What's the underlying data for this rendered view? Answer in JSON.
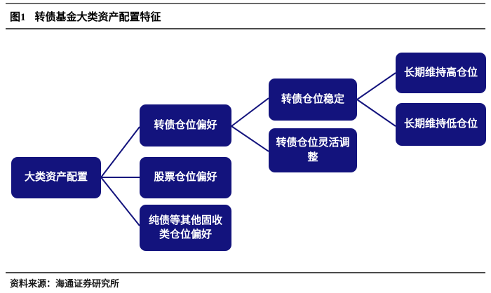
{
  "header": {
    "figure_label": "图1",
    "title": "转债基金大类资产配置特征"
  },
  "footer": {
    "source": "资料来源：海通证券研究所"
  },
  "colors": {
    "box_bg": "#13137d",
    "box_text": "#ffffff",
    "connector": "#13137d",
    "rule_dark": "#4a4a4a",
    "rule_light": "#6a6a6a"
  },
  "diagram": {
    "type": "flowchart",
    "nodes": [
      {
        "id": "asset-allocation",
        "label": "大类资产配置"
      },
      {
        "id": "cb-position-pref",
        "label": "转债仓位偏好"
      },
      {
        "id": "stock-position-pref",
        "label": "股票仓位偏好"
      },
      {
        "id": "pure-bond-position-pref",
        "label": "纯债等其他固收类仓位偏好"
      },
      {
        "id": "cb-position-stable",
        "label": "转债仓位稳定"
      },
      {
        "id": "cb-position-flexible",
        "label": "转债仓位灵活调整"
      },
      {
        "id": "long-term-high-position",
        "label": "长期维持高仓位"
      },
      {
        "id": "long-term-low-position",
        "label": "长期维持低仓位"
      }
    ],
    "edges": [
      {
        "from": "大类资产配置",
        "to": "转债仓位偏好"
      },
      {
        "from": "大类资产配置",
        "to": "股票仓位偏好"
      },
      {
        "from": "大类资产配置",
        "to": "纯债等其他固收类仓位偏好"
      },
      {
        "from": "转债仓位偏好",
        "to": "转债仓位稳定"
      },
      {
        "from": "转债仓位偏好",
        "to": "转债仓位灵活调整"
      },
      {
        "from": "转债仓位稳定",
        "to": "长期维持高仓位"
      },
      {
        "from": "转债仓位稳定",
        "to": "长期维持低仓位"
      }
    ]
  }
}
